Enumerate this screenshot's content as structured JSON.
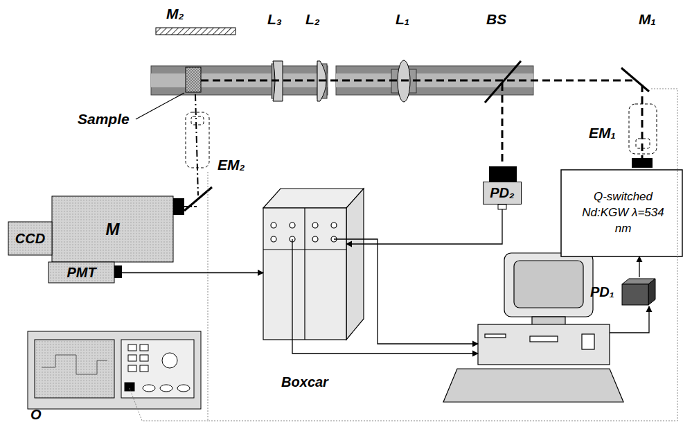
{
  "diagram": {
    "nodes": [
      {
        "text": [
          "Q-switched Nd:KGW λ=534 nm"
        ]
      },
      {
        "text": [
          "PD₂"
        ]
      },
      {
        "text": [
          "M"
        ]
      },
      {
        "text": [
          "CCD"
        ]
      },
      {
        "text": [
          "PMT"
        ]
      },
      {
        "text": [
          "Boxcar"
        ]
      },
      {
        "text": [
          "PD₁"
        ]
      },
      {
        "text": [
          "O"
        ]
      }
    ],
    "edges": [
      {
        "from": 4,
        "to": 5,
        "arrow": "to"
      },
      {
        "from": 1,
        "to": 5,
        "arrow": "to"
      },
      {
        "from": 6,
        "to": 0,
        "arrow": "to"
      }
    ],
    "labels": [
      "M₂",
      "L₃",
      "L₂",
      "L₁",
      "BS",
      "M₁",
      "Sample",
      "EM₁",
      "EM₂"
    ]
  }
}
